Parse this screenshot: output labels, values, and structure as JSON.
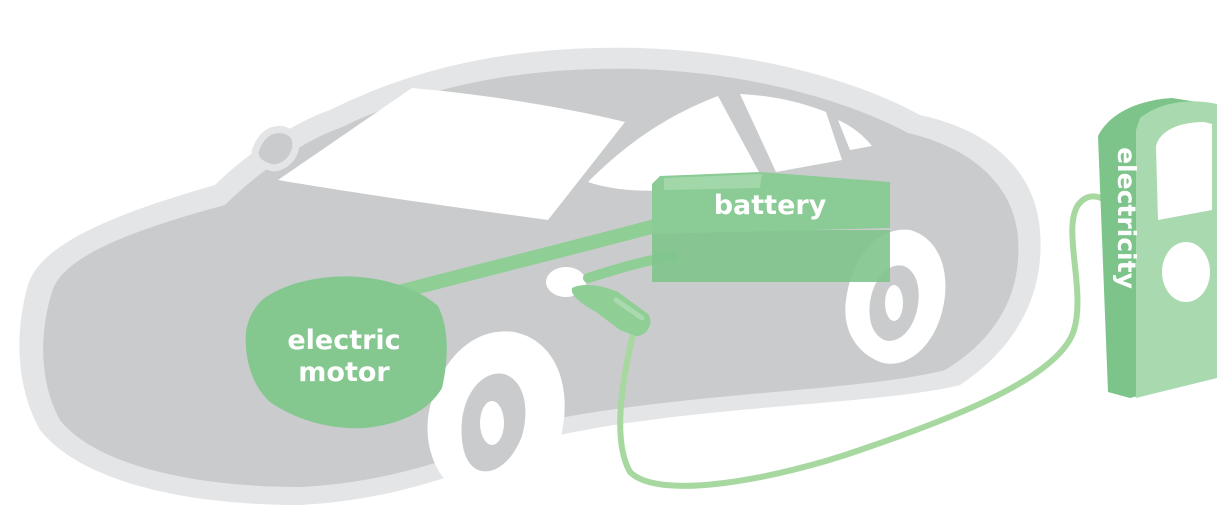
{
  "labels": {
    "battery": "battery",
    "motor_line1": "electric",
    "motor_line2": "motor",
    "station": "electricity"
  },
  "colors": {
    "car_body": "#cacbcc",
    "car_outline": "#e4e5e6",
    "windows": "#ffffff",
    "green_strong": "#7cc48a",
    "green_light": "#a9d9ae",
    "green_cable": "#a6d8a0",
    "label_text": "#ffffff"
  },
  "icons": {
    "car": "car-silhouette-icon",
    "battery": "battery-pack-icon",
    "motor": "electric-motor-icon",
    "plug": "charging-plug-icon",
    "station": "charging-station-icon"
  }
}
